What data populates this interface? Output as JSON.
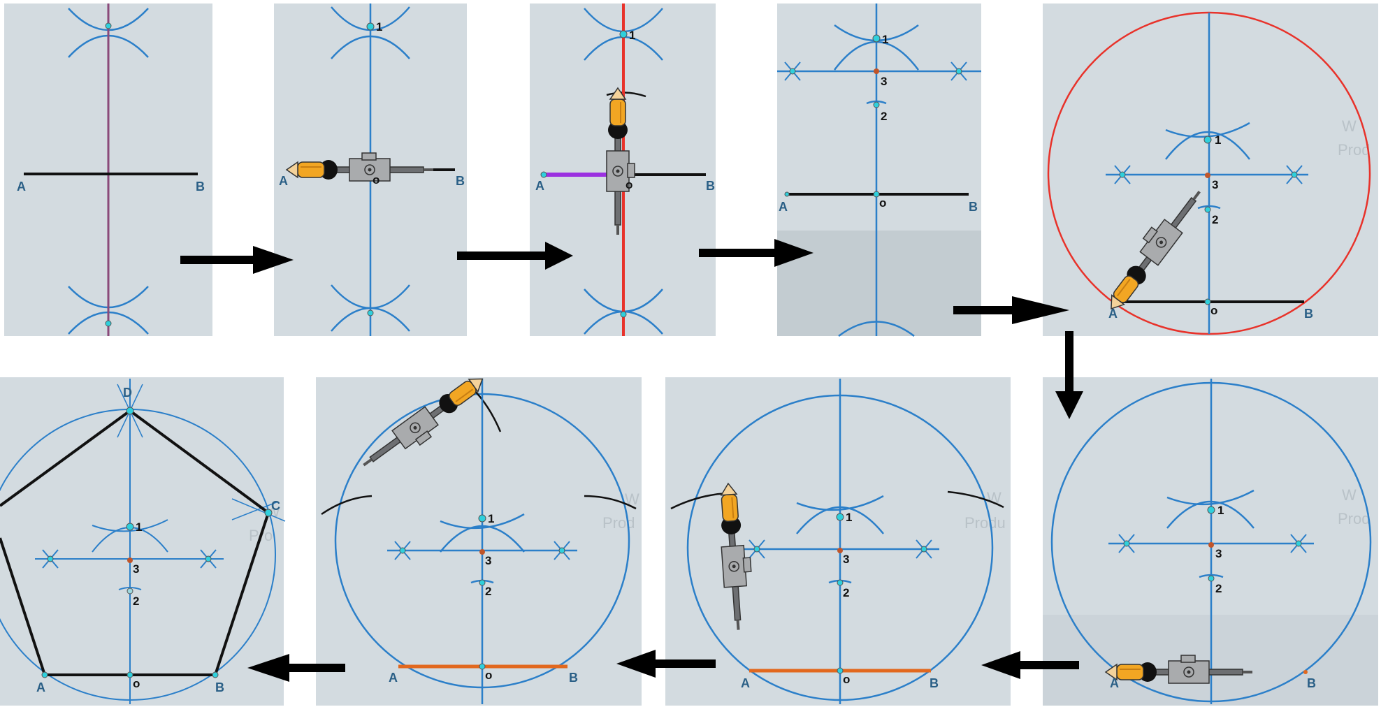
{
  "colors": {
    "panel_bg": "#d3dbe0",
    "guide_line": "#2b7fc9",
    "segment": "#111111",
    "perpendicular": "#e8322a",
    "highlight_ao": "#9b30e0",
    "orange_segment": "#e2681e",
    "circle_red": "#e8322a",
    "circle_blue": "#2b7fc9",
    "point_cyan": "#2fd0dc",
    "point_center": "#c0552a",
    "arrow": "#000000",
    "compass_pencil": "#f2a623"
  },
  "steps": [
    {
      "labels": {
        "a": "A",
        "b": "B"
      }
    },
    {
      "labels": {
        "a": "A",
        "b": "B",
        "o": "o",
        "p1": "1"
      }
    },
    {
      "labels": {
        "a": "A",
        "b": "B",
        "o": "o",
        "p1": "1"
      }
    },
    {
      "labels": {
        "a": "A",
        "b": "B",
        "o": "o",
        "p1": "1",
        "p2": "2",
        "p3": "3"
      }
    },
    {
      "labels": {
        "a": "A",
        "b": "B",
        "o": "o",
        "p1": "1",
        "p2": "2",
        "p3": "3"
      },
      "watermark": [
        "W",
        "Prod"
      ]
    },
    {
      "labels": {
        "a": "A",
        "b": "B",
        "p1": "1",
        "p2": "2",
        "p3": "3"
      },
      "watermark": [
        "W",
        "Prod"
      ]
    },
    {
      "labels": {
        "a": "A",
        "b": "B",
        "o": "o",
        "p1": "1",
        "p2": "2",
        "p3": "3"
      },
      "watermark": [
        "W",
        "Produ"
      ]
    },
    {
      "labels": {
        "a": "A",
        "b": "B",
        "o": "o",
        "p1": "1",
        "p2": "2",
        "p3": "3"
      },
      "watermark": [
        "W",
        "Prod"
      ]
    },
    {
      "labels": {
        "a": "A",
        "b": "B",
        "c": "C",
        "d": "D",
        "o": "o",
        "p1": "1",
        "p2": "2",
        "p3": "3"
      },
      "watermark": [
        "W",
        "Pro"
      ]
    }
  ],
  "icons": [
    "compass-icon",
    "arrow-right-icon",
    "arrow-down-icon",
    "arrow-left-icon"
  ]
}
